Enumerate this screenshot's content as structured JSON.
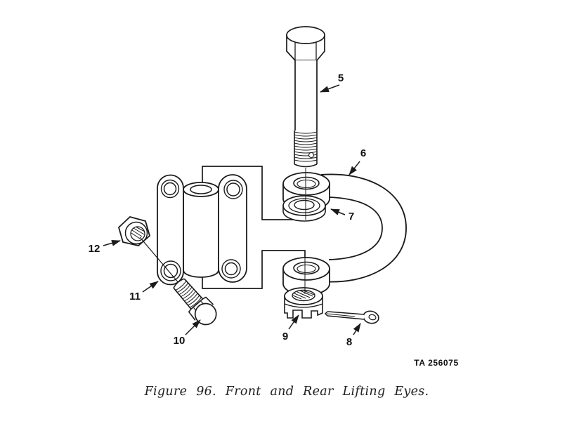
{
  "figure": {
    "caption": "Figure 96. Front and Rear Lifting Eyes.",
    "plate_code": "TA 256075"
  },
  "callouts": [
    {
      "label": "5"
    },
    {
      "label": "6"
    },
    {
      "label": "7"
    },
    {
      "label": "8"
    },
    {
      "label": "9"
    },
    {
      "label": "10"
    },
    {
      "label": "11"
    },
    {
      "label": "12"
    }
  ],
  "colors": {
    "ink": "#1b1b1b",
    "paper": "#ffffff"
  }
}
